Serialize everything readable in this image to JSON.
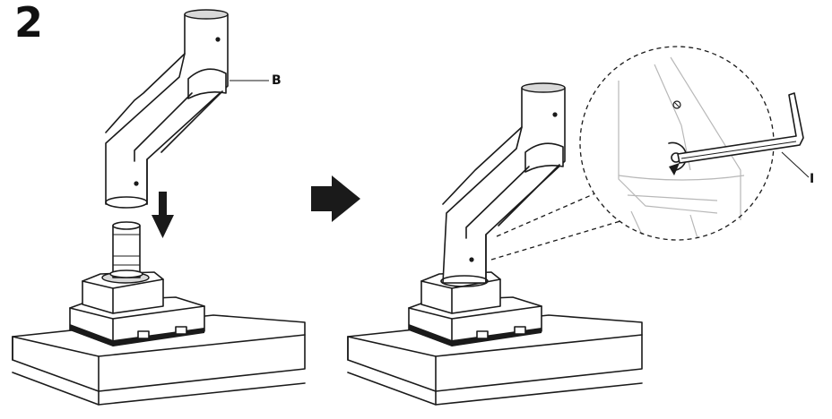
{
  "step": {
    "number": "2"
  },
  "labels": {
    "arm_part": "B",
    "tool_part": "I"
  },
  "icons": {
    "direction_arrow": "down-arrow-icon",
    "next_step_arrow": "right-arrow-icon",
    "rotation": "rotate-icon",
    "tool": "allen-key-icon"
  }
}
